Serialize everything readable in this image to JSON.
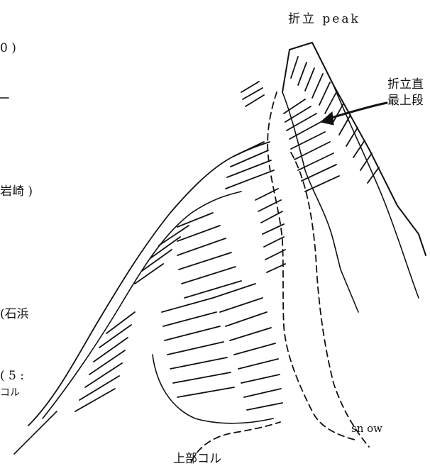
{
  "labels": {
    "peak": "折立 peak",
    "arrow_line1": "折立直",
    "arrow_line2": "最上段",
    "snow": "sn ow",
    "upper_col": "上部コル",
    "edge_1": "0 )",
    "edge_2": "岩崎 )",
    "edge_3": "(石浜",
    "edge_4": "( 5 :",
    "edge_5": "コル"
  }
}
